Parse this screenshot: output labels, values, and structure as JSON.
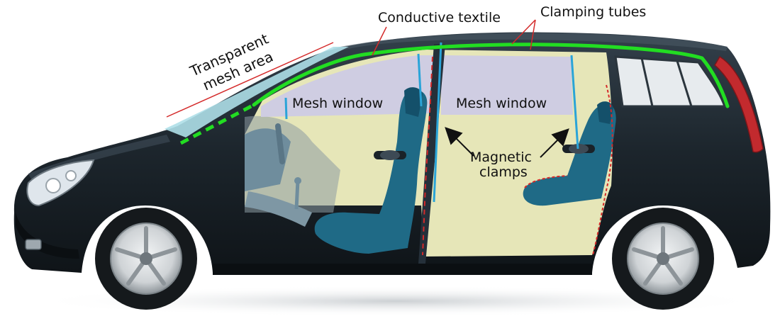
{
  "labels": {
    "transparent_mesh_line1": "Transparent",
    "transparent_mesh_line2": "mesh area",
    "conductive_textile": "Conductive textile",
    "clamping_tubes": "Clamping tubes",
    "mesh_window_front": "Mesh window",
    "mesh_window_rear": "Mesh window",
    "magnetic_clamps_line1": "Magnetic",
    "magnetic_clamps_line2": "clamps"
  },
  "colors": {
    "body": "#1c252c",
    "body_highlight": "#3a4752",
    "textile": "#e6e6b8",
    "mesh_window": "#cfcde2",
    "seat": "#1f6a86",
    "seat_dark": "#14506a",
    "clamping_tube": "#22dd22",
    "magnetic_clamp_line": "#d42a2a",
    "blue_strip": "#2aa4d8",
    "glass": "#aedfe8",
    "tail_light": "#c22a2e",
    "wheel_rim": "#cfd3d6",
    "tire": "#15191c"
  },
  "icons": [
    "car-side-illustration",
    "wheel-icon",
    "seat-icon",
    "door-handle-icon",
    "arrow-icon"
  ]
}
